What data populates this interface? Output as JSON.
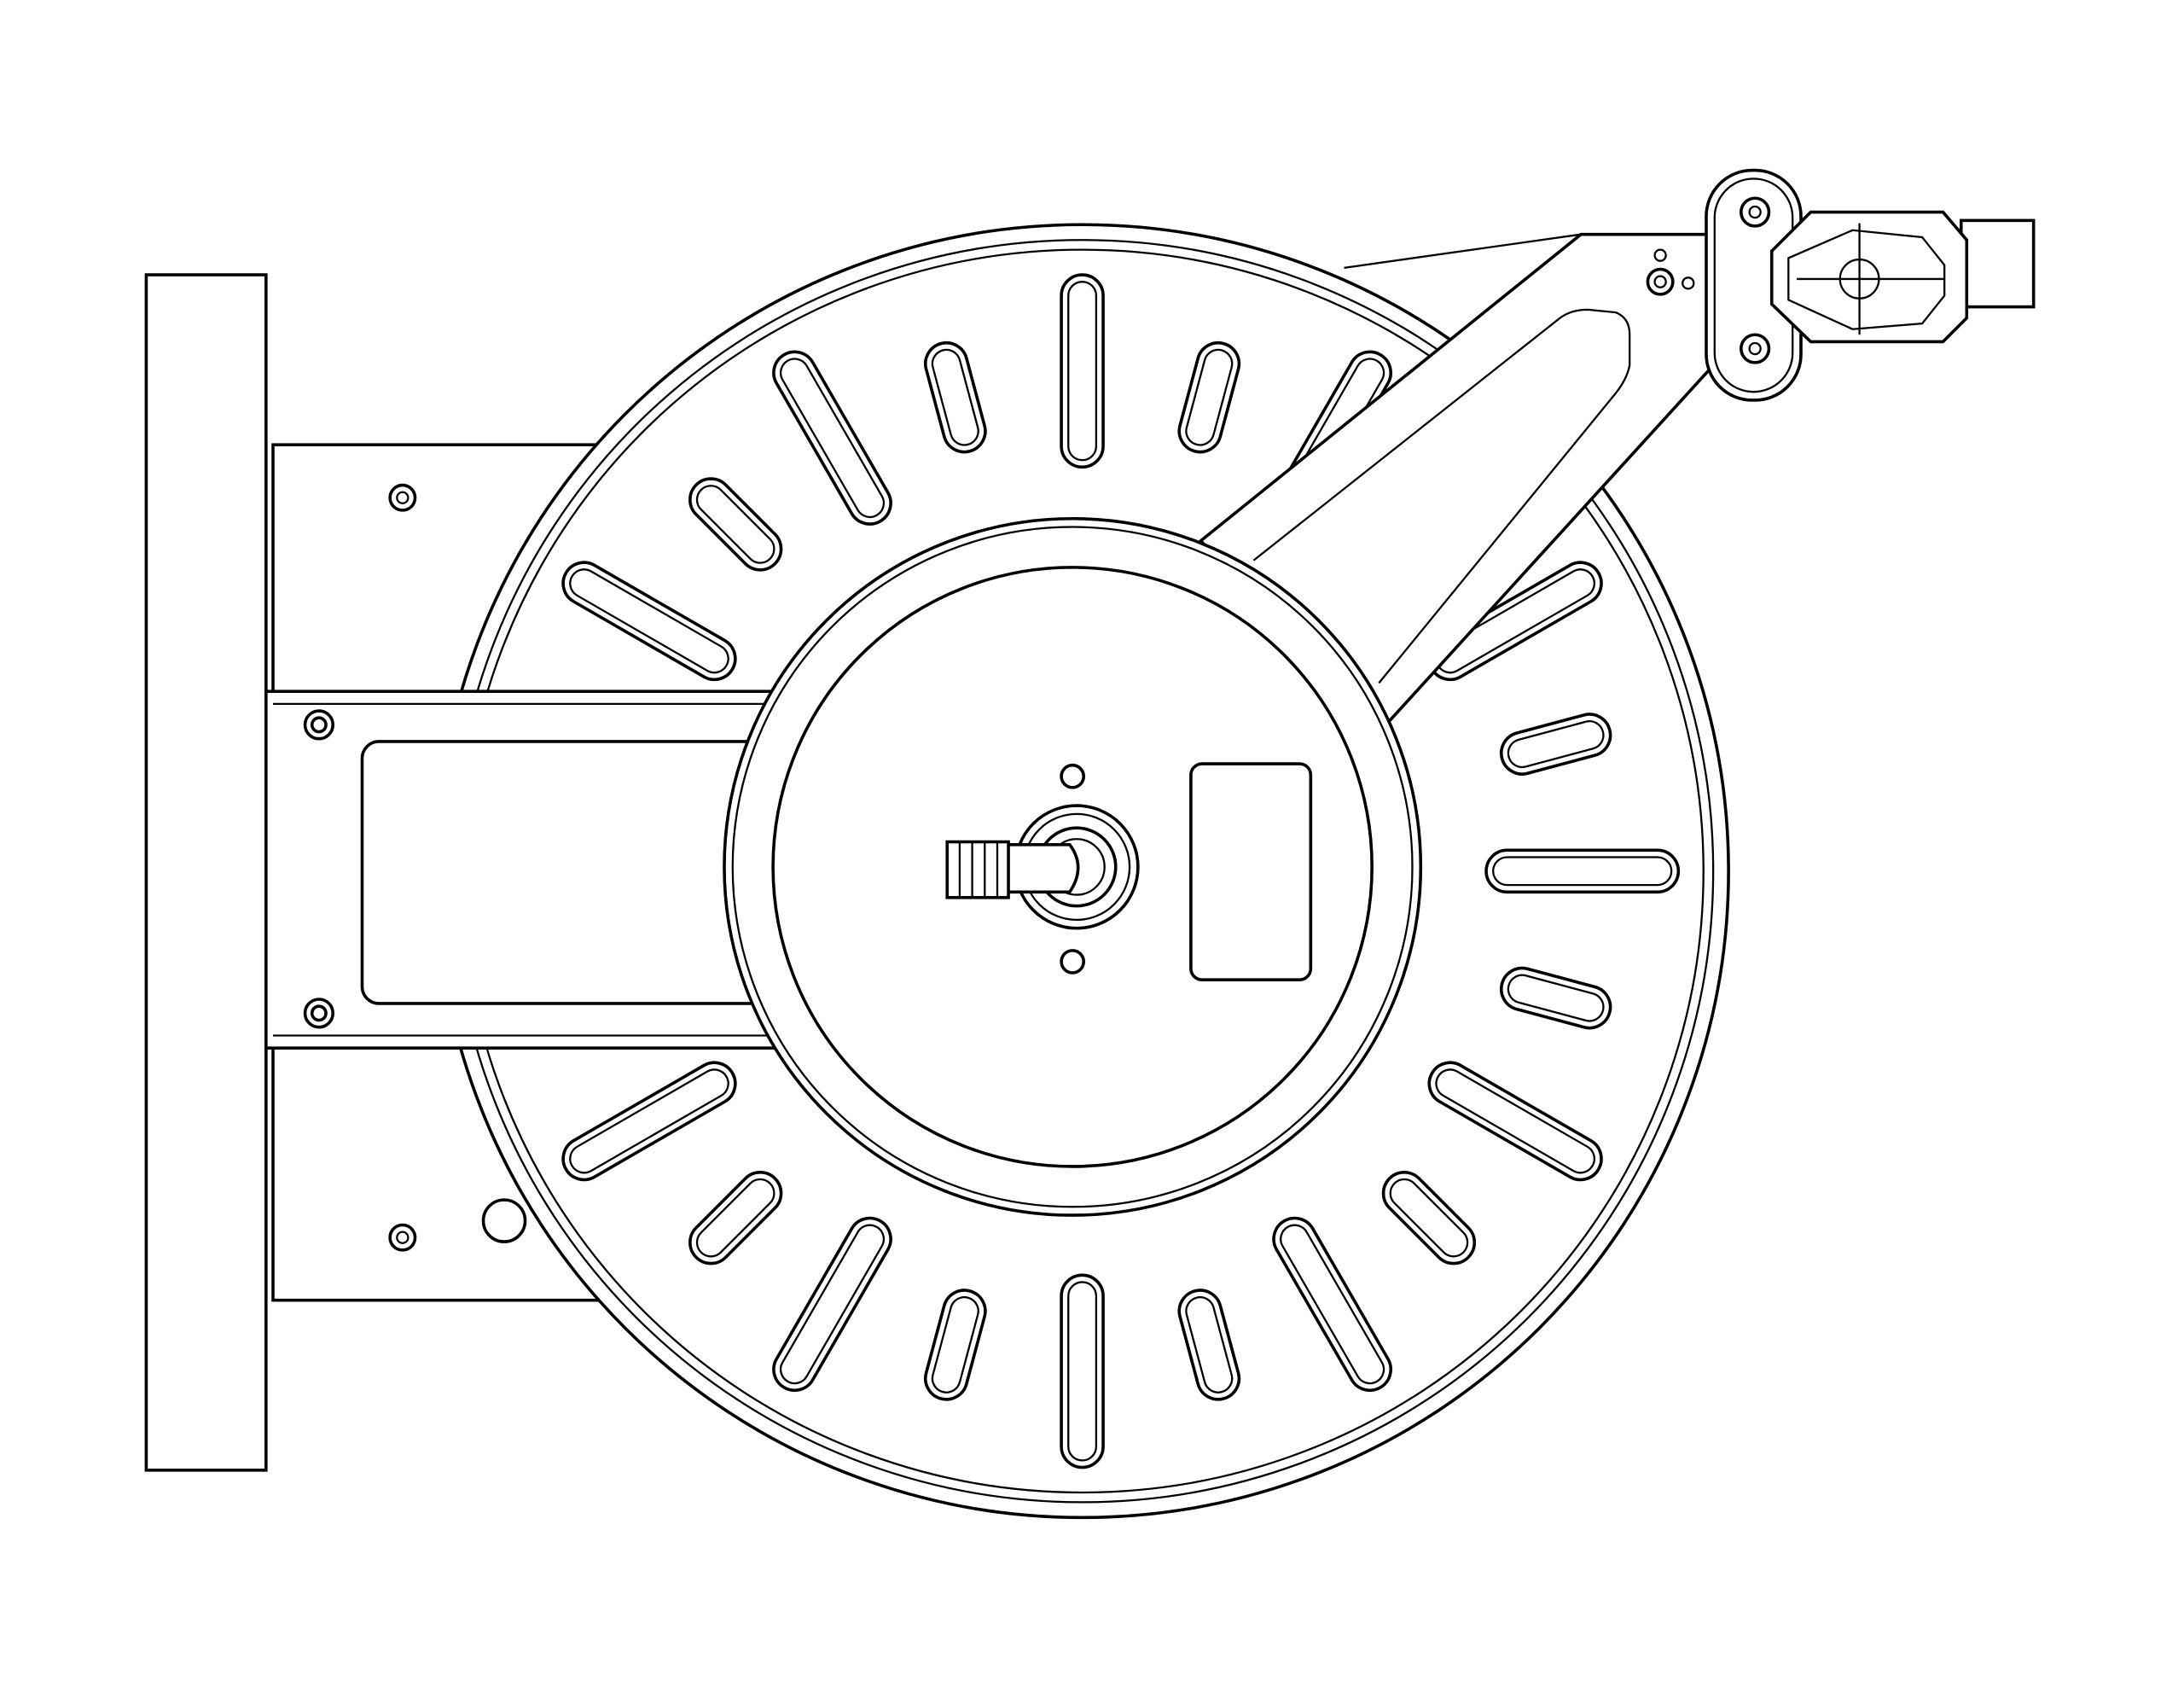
{
  "drawing": {
    "subject": "hose-reel-line-drawing",
    "slot_pattern": {
      "long_every_deg": 30,
      "short_offset_deg": 15
    },
    "colors": {
      "stroke": "#000000",
      "background": "#ffffff"
    }
  }
}
